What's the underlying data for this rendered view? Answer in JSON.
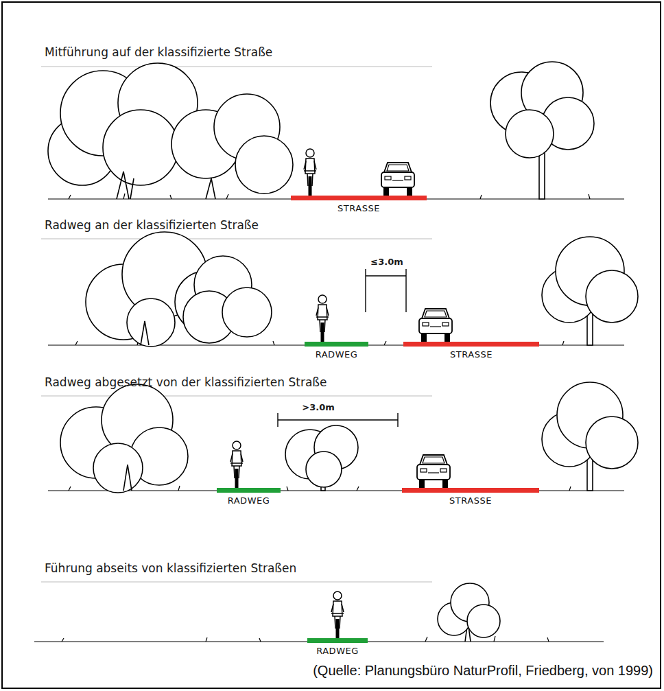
{
  "diagram": {
    "caption": "(Quelle: Planungsbüro NaturProfil, Friedberg, von 1999)",
    "nodes": [
      {
        "text": [
          "STRASSE"
        ]
      },
      {
        "text": [
          "RADWEG"
        ]
      },
      {
        "text": [
          "STRASSE"
        ]
      },
      {
        "text": [
          "RADWEG"
        ]
      },
      {
        "text": [
          "STRASSE"
        ]
      },
      {
        "text": [
          "RADWEG"
        ]
      }
    ],
    "labels": [
      "Mitführung auf der klassifizierte Straße",
      "Radweg an der klassifizierten Straße",
      "≤3.0m",
      "Radweg abgesetzt von der klassifizierten Straße",
      ">3.0m",
      "Führung abseits von klassifizierten Straßen"
    ]
  }
}
